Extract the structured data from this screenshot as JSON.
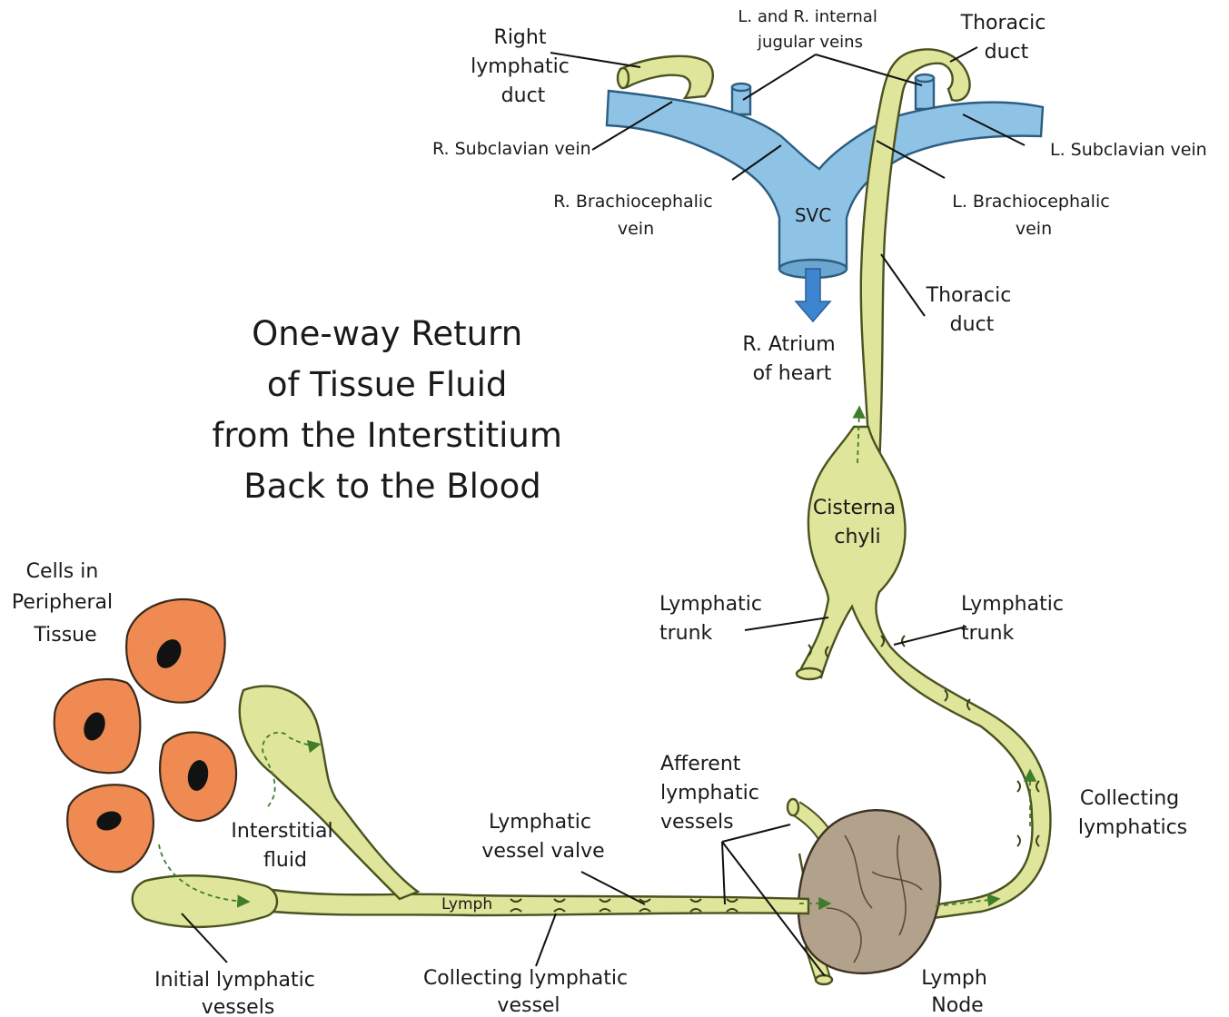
{
  "title_lines": [
    "One-way Return",
    "of Tissue Fluid",
    "from the Interstitium",
    "Back to the Blood"
  ],
  "labels": {
    "right_lymphatic_duct": [
      "Right",
      "lymphatic",
      "duct"
    ],
    "jugular_veins": [
      "L. and R. internal",
      "jugular veins"
    ],
    "thoracic_duct_top": [
      "Thoracic",
      "duct"
    ],
    "r_subclavian": "R. Subclavian vein",
    "l_subclavian": "L. Subclavian vein",
    "r_brachiocephalic": [
      "R. Brachiocephalic",
      "vein"
    ],
    "l_brachiocephalic": [
      "L. Brachiocephalic",
      "vein"
    ],
    "svc": "SVC",
    "thoracic_duct_mid": [
      "Thoracic",
      "duct"
    ],
    "r_atrium": [
      "R. Atrium",
      "of heart"
    ],
    "cisterna_chyli": [
      "Cisterna",
      "chyli"
    ],
    "lymphatic_trunk_left": [
      "Lymphatic",
      "trunk"
    ],
    "lymphatic_trunk_right": [
      "Lymphatic",
      "trunk"
    ],
    "cells": [
      "Cells in",
      "Peripheral",
      "Tissue"
    ],
    "interstitial_fluid": [
      "Interstitial",
      "fluid"
    ],
    "afferent": [
      "Afferent",
      "lymphatic",
      "vessels"
    ],
    "valve": [
      "Lymphatic",
      "vessel valve"
    ],
    "collecting_lymphatics": [
      "Collecting",
      "lymphatics"
    ],
    "lymph": "Lymph",
    "initial_vessels": [
      "Initial lymphatic",
      "vessels"
    ],
    "collecting_vessel": [
      "Collecting lymphatic",
      "vessel"
    ],
    "lymph_node": [
      "Lymph",
      "Node"
    ]
  },
  "colors": {
    "lymph_vessel": "#dfe59a",
    "vein": "#8fc3e6",
    "arrow": "#3d86cf",
    "cell": "#ee8a52",
    "node": "#b3a28b"
  }
}
